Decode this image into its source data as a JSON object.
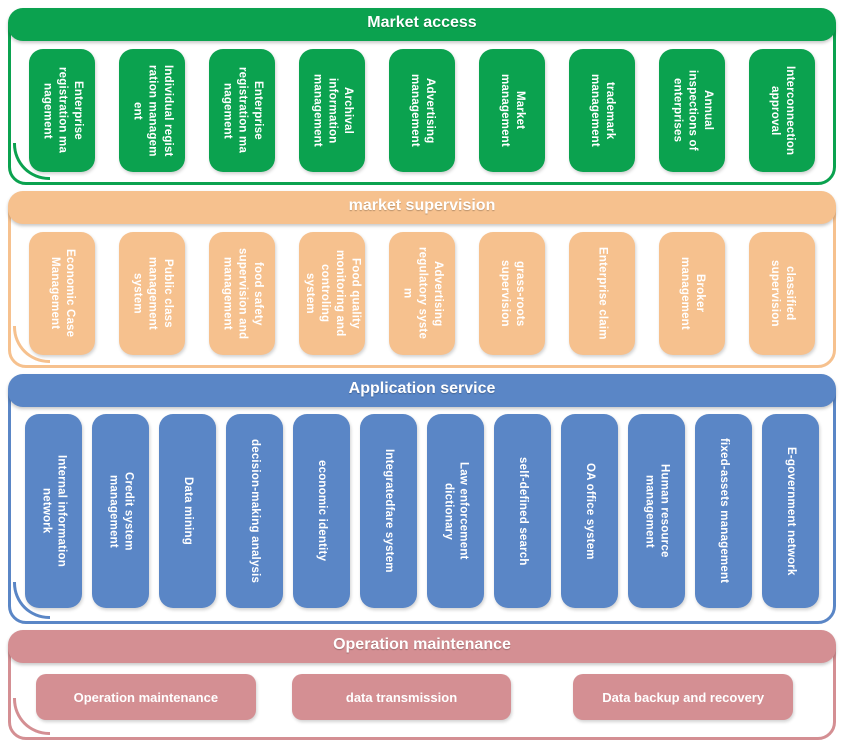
{
  "colors": {
    "market_access": "#0ba24f",
    "market_supervision": "#f6c18e",
    "application_service": "#5a86c6",
    "operation_maintenance": "#d48f93",
    "panel_background": "#ffffff",
    "box_text": "#ffffff"
  },
  "sections": [
    {
      "id": "market-access",
      "title": "Market access",
      "items": [
        "Enterprise\nregistration ma\nnagement",
        "Individual regist\nration managem\nent",
        "Enterprise\nregistration ma\nnagement",
        "Archival\ninformation\nmanagement",
        "Advertising\nmanagement",
        "Market\nmanagement",
        "trademark\nmanagement",
        "Annual\ninspections of\nenterprises",
        "Interconnection\napproval"
      ]
    },
    {
      "id": "market-supervision",
      "title": "market supervision",
      "items": [
        "Economic Case\nManagement",
        "Public class\nmanagement\nsystem",
        "food safety\nsupervision and\nmanagement",
        "Food quality\nmonitoring and\ncontroling\nsystem",
        "Advertising\nregulatory syste\nm",
        "grass-roots\nsupervision",
        "Enterprise claim",
        "Broker\nmanagement",
        "classified\nsupervision"
      ]
    },
    {
      "id": "application-service",
      "title": "Application service",
      "items": [
        "Internal information\nnetwork",
        "Credit system\nmanagement",
        "Data mining",
        "decision-making analysis",
        "economic identity",
        "Integratedfare system",
        "Law enforcement\ndictionary",
        "self-defined search",
        "OA office system",
        "Human resource\nmanagement",
        "fixed-assets management",
        "E-government network"
      ]
    },
    {
      "id": "operation-maintenance",
      "title": "Operation maintenance",
      "items": [
        "Operation maintenance",
        "data transmission",
        "Data backup and recovery"
      ]
    }
  ]
}
